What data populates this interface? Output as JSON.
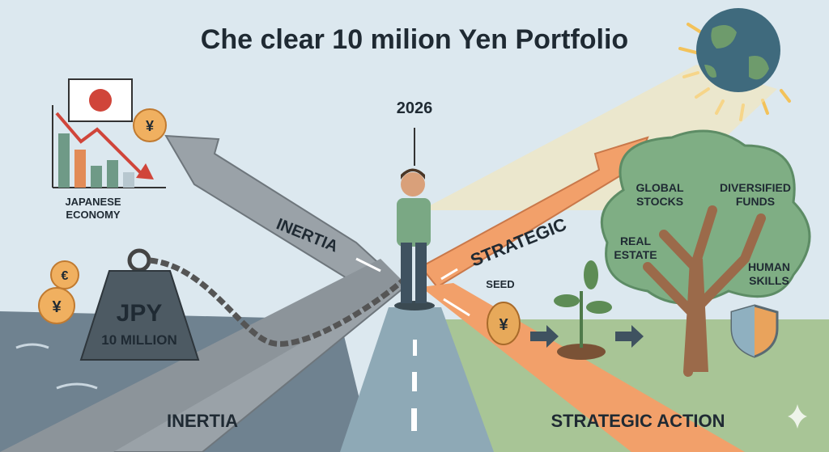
{
  "title": "Che clear 10 milion Yen Portfolio",
  "year": "2026",
  "left": {
    "economy_label_line1": "JAPANESE",
    "economy_label_line2": "ECONOMY",
    "weight_currency": "JPY",
    "weight_amount": "10 MILLION",
    "path_label": "INERTIA",
    "bottom_label": "INERTIA",
    "coin_symbols": [
      "¥",
      "€",
      "¥"
    ]
  },
  "right": {
    "path_label": "STRATEGIC",
    "seed_label": "SEED",
    "seed_symbol": "¥",
    "bottom_label": "STRATEGIC ACTION",
    "tree_branches": [
      {
        "line1": "GLOBAL",
        "line2": "STOCKS"
      },
      {
        "line1": "DIVERSIFIED",
        "line2": "FUNDS"
      },
      {
        "line1": "REAL",
        "line2": "ESTATE"
      },
      {
        "line1": "HUMAN",
        "line2": "SKILLS"
      }
    ]
  },
  "colors": {
    "sky": "#dce8ef",
    "inertia_arrow": "#9aa2a8",
    "strategic_arrow": "#f2a06a",
    "field": "#a8c596",
    "water": "#6f8290",
    "title": "#2b3a45"
  }
}
